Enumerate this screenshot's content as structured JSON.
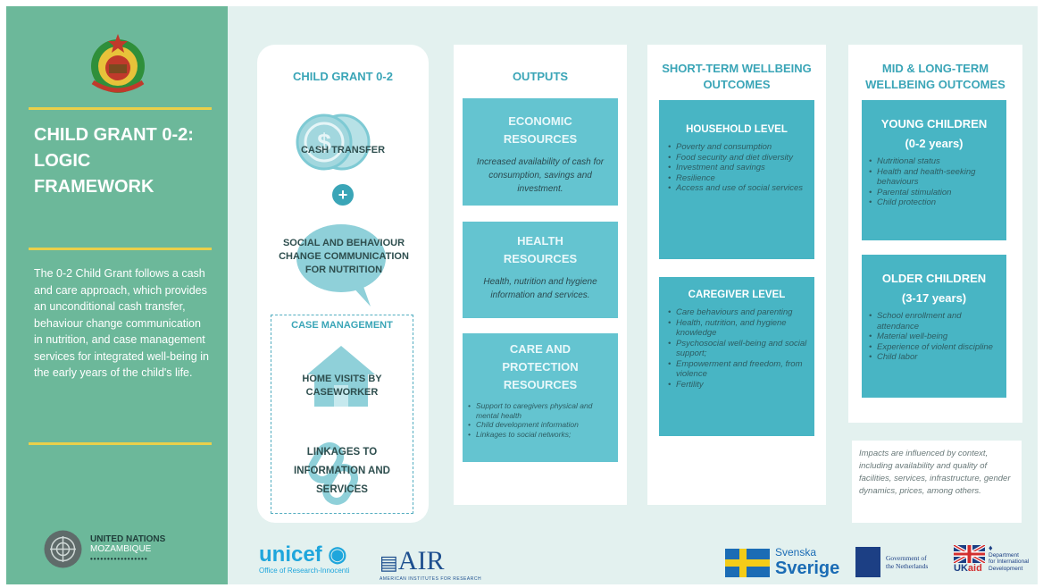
{
  "sidebar": {
    "title": "CHILD GRANT 0-2: LOGIC FRAMEWORK",
    "description": "The 0-2 Child Grant follows a cash and care approach, which provides an unconditional cash transfer, behaviour change communication in nutrition, and case management services for integrated well-being in the early years of the child's life.",
    "un_name": "UNITED NATIONS",
    "un_country": "MOZAMBIQUE",
    "un_dots": "•••••••••••••••••"
  },
  "col1": {
    "title": "CHILD GRANT 0-2",
    "cash": "CASH TRANSFER",
    "plus": "+",
    "sbcc": "SOCIAL AND BEHAVIOUR CHANGE COMMUNICATION FOR NUTRITION",
    "case": "CASE MANAGEMENT",
    "home": "HOME VISITS BY CASEWORKER",
    "links": "LINKAGES TO INFORMATION AND SERVICES"
  },
  "col2": {
    "title": "OUTPUTS",
    "econ_h": "ECONOMIC RESOURCES",
    "econ_p": "Increased availability of cash for consumption, savings and investment.",
    "health_h": "HEALTH RESOURCES",
    "health_p": "Health, nutrition and hygiene information and services.",
    "care_h": "CARE AND PROTECTION RESOURCES",
    "care_items": [
      "Support to caregivers physical and mental health",
      "Child development information",
      "Linkages to social networks;"
    ]
  },
  "col3": {
    "title": "SHORT-TERM WELLBEING OUTCOMES",
    "hh_h": "HOUSEHOLD LEVEL",
    "hh_items": [
      "Poverty and consumption",
      "Food security and diet diversity",
      "Investment and savings",
      "Resilience",
      "Access and use of social services"
    ],
    "cg_h": "CAREGIVER LEVEL",
    "cg_items": [
      "Care behaviours and parenting",
      "Health, nutrition, and hygiene knowledge",
      "Psychosocial well-being and social support;",
      "Empowerment and freedom, from violence",
      "Fertility"
    ]
  },
  "col4": {
    "title": "MID & LONG-TERM WELLBEING OUTCOMES",
    "yc_h": "YOUNG CHILDREN",
    "yc_age": "(0-2 years)",
    "yc_items": [
      "Nutritional status",
      "Health and health-seeking behaviours",
      "Parental stimulation",
      "Child protection"
    ],
    "oc_h": "OLDER CHILDREN",
    "oc_age": "(3-17 years)",
    "oc_items": [
      "School enrollment and attendance",
      "Material well-being",
      "Experience of violent discipline",
      "Child labor"
    ]
  },
  "note": "Impacts are influenced by context, including availability and quality of facilities, services, infrastructure, gender dynamics, prices, among others.",
  "footer": {
    "unicef": "unicef",
    "unicef_sub": "Office of Research-Innocenti",
    "air": "AIR",
    "air_sub": "AMERICAN INSTITUTES FOR RESEARCH",
    "svenska": "Svenska",
    "sverige": "Sverige",
    "nl1": "Government of",
    "nl2": "the Netherlands",
    "ukaid_uk": "UK",
    "ukaid_aid": "aid",
    "dfid1": "Department",
    "dfid2": "for International",
    "dfid3": "Development"
  }
}
